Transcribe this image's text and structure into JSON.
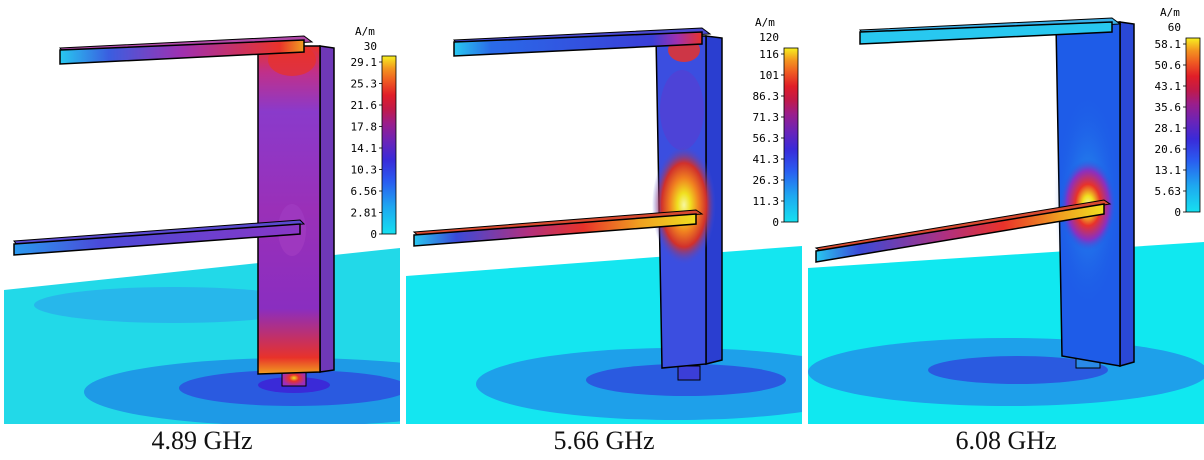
{
  "panels": [
    {
      "caption": "4.89 GHz",
      "unit": "A/m",
      "colorbar_ticks": [
        "30",
        "29.1",
        "25.3",
        "21.6",
        "17.8",
        "14.1",
        "10.3",
        "6.56",
        "2.81",
        "0"
      ],
      "colors": {
        "vertical": "#9a2ec0",
        "vertical_side": "#6f38b8",
        "top_bar": "#a030b0",
        "hot": "#e8322a",
        "bottom_bar": "#6a3fc4",
        "ground": "#22d9e8"
      }
    },
    {
      "caption": "5.66 GHz",
      "unit": "A/m",
      "colorbar_ticks": [
        "120",
        "116",
        "101",
        "86.3",
        "71.3",
        "56.3",
        "41.3",
        "26.3",
        "11.3",
        "0"
      ],
      "colors": {
        "vertical": "#3b4ee0",
        "vertical_side": "#2a3ed0",
        "top_bar": "#3a3ed8",
        "hot": "#f0e020",
        "bottom_bar": "#d0302c",
        "ground": "#14e6f0"
      }
    },
    {
      "caption": "6.08 GHz",
      "unit": "A/m",
      "colorbar_ticks": [
        "60",
        "58.1",
        "50.6",
        "43.1",
        "35.6",
        "28.1",
        "20.6",
        "13.1",
        "5.63",
        "0"
      ],
      "colors": {
        "vertical": "#1e5ce8",
        "vertical_side": "#2a48d6",
        "top_bar": "#28c8f0",
        "hot": "#f0e020",
        "bottom_bar": "#d0302c",
        "ground": "#10e8f0"
      }
    }
  ],
  "colorbar_colors": [
    "#f7f020",
    "#f7c81e",
    "#f39620",
    "#ef5a22",
    "#e01e28",
    "#c01a4a",
    "#9a1e8c",
    "#6a24b8",
    "#3a2ad8",
    "#2a5af0",
    "#1ea8f0",
    "#16e0f0"
  ]
}
